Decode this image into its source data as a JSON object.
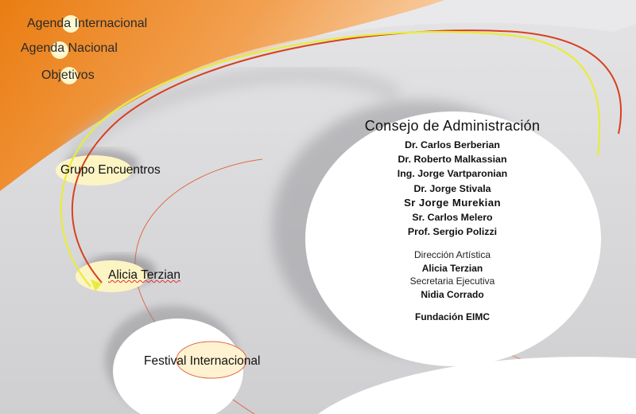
{
  "top_nav": {
    "agenda_internacional": "Agenda Internacional",
    "agenda_nacional": "Agenda Nacional",
    "objetivos": "Objetivos"
  },
  "menu": {
    "grupo_encuentros": "Grupo Encuentros",
    "alicia_terzian": "Alicia Terzian",
    "festival_internacional": "Festival Internacional"
  },
  "board": {
    "title": "Consejo de Administración",
    "members": [
      "Dr. Carlos Berberian",
      "Dr. Roberto Malkassian",
      "Ing. Jorge Vartparonian",
      "Dr. Jorge Stivala",
      "Sr Jorge Murekian",
      "Sr. Carlos Melero",
      "Prof. Sergio Polizzi"
    ],
    "direccion_label": "Dirección Artística",
    "direccion_name": "Alicia Terzian",
    "secretaria_label": "Secretaria Ejecutiva",
    "secretaria_name": "Nidia Corrado",
    "fundacion": "Fundación EIMC"
  },
  "colors": {
    "orange": "#ee8a22",
    "gray_bg": "#d9d9db",
    "yellow_line": "#e8ec3a",
    "red_line": "#d9401e",
    "highlight": "#fdf4c4"
  }
}
